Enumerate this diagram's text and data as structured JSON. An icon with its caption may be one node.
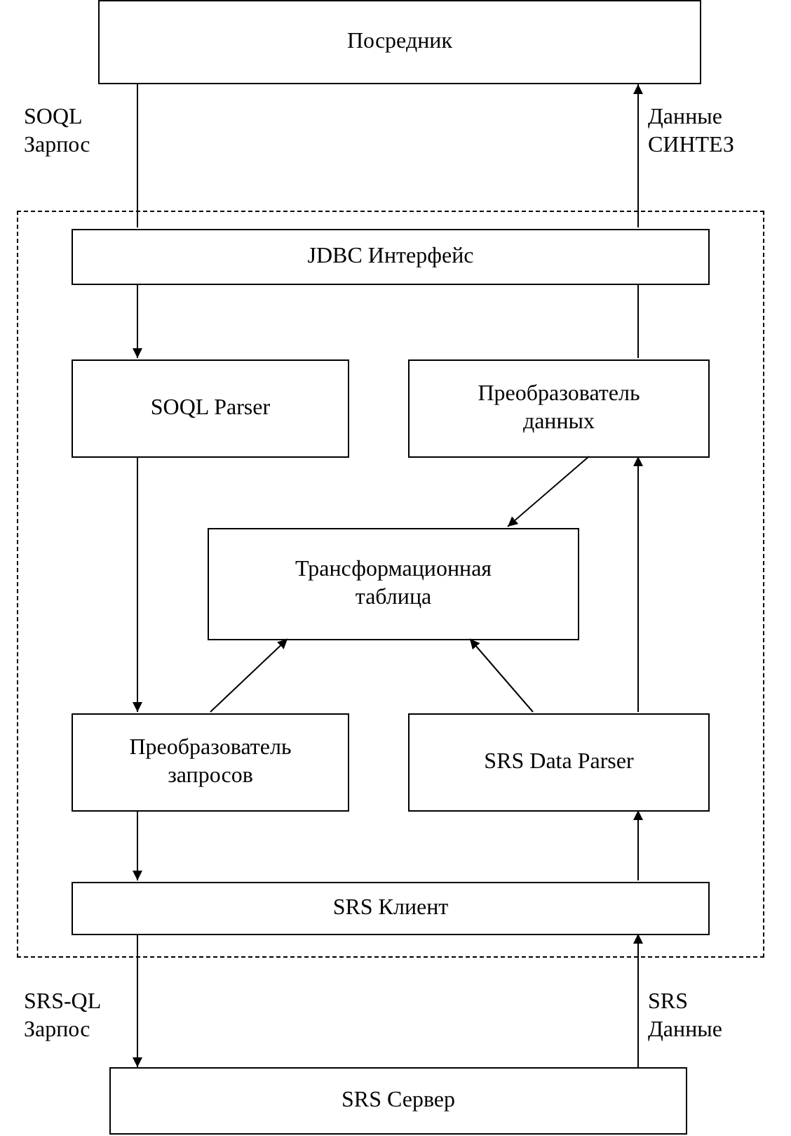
{
  "diagram": {
    "nodes": [
      {
        "text": [
          "Посредник"
        ]
      },
      {
        "text": [],
        "shape": "box"
      },
      {
        "text": [
          "JDBC Интерфейс"
        ],
        "in": 1
      },
      {
        "text": [
          "SOQL Parser"
        ],
        "in": 1
      },
      {
        "text": [
          "Преобразователь данных"
        ],
        "in": 1
      },
      {
        "text": [
          "Трансформационная таблица"
        ],
        "in": 1
      },
      {
        "text": [
          "Преобразователь запросов"
        ],
        "in": 1
      },
      {
        "text": [
          "SRS Data Parser"
        ],
        "in": 1
      },
      {
        "text": [
          "SRS Клиент"
        ],
        "in": 1
      },
      {
        "text": [
          "SRS Сервер"
        ]
      }
    ],
    "edges": [
      {
        "from": 0,
        "to": 2,
        "arrow": "none",
        "label": "SOQL Зарпос"
      },
      {
        "from": 2,
        "to": 3,
        "arrow": "to"
      },
      {
        "from": 4,
        "to": 2,
        "arrow": "none"
      },
      {
        "from": 2,
        "to": 0,
        "arrow": "to",
        "label": "Данные СИНТЕЗ"
      },
      {
        "from": 3,
        "to": 6,
        "arrow": "to"
      },
      {
        "from": 4,
        "to": 5,
        "arrow": "to"
      },
      {
        "from": 6,
        "to": 5,
        "arrow": "to"
      },
      {
        "from": 7,
        "to": 5,
        "arrow": "to"
      },
      {
        "from": 7,
        "to": 4,
        "arrow": "to"
      },
      {
        "from": 6,
        "to": 8,
        "arrow": "to"
      },
      {
        "from": 8,
        "to": 7,
        "arrow": "to"
      },
      {
        "from": 8,
        "to": 9,
        "arrow": "to",
        "label": "SRS-QL Зарпос"
      },
      {
        "from": 9,
        "to": 8,
        "arrow": "to",
        "label": "SRS Данные"
      }
    ]
  }
}
